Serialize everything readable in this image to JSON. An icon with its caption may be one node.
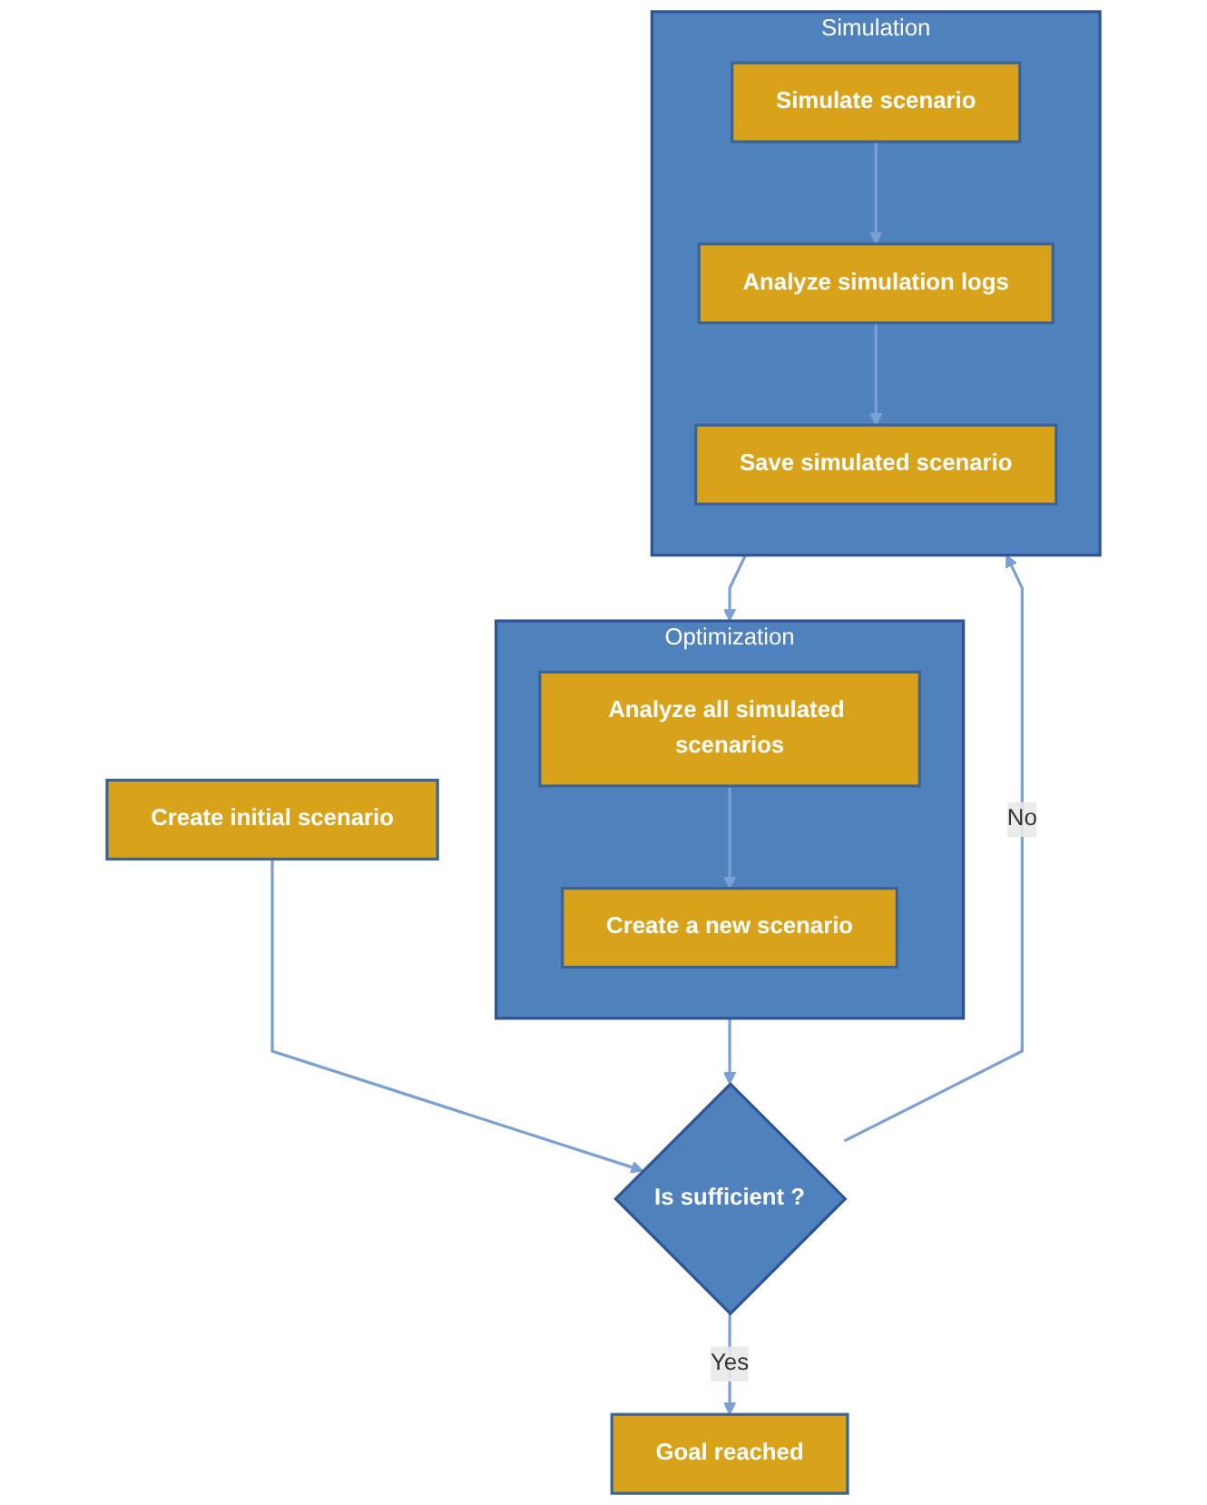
{
  "diagram": {
    "nodes": [
      {
        "text": [
          "Create initial scenario"
        ]
      },
      {
        "text": [
          "Is sufficient ?"
        ]
      },
      {
        "text": [
          "Optimization"
        ]
      },
      {
        "text": [
          "Create a new scenario"
        ],
        "in": 2
      },
      {
        "text": [
          "Analyze all simulated scenarios"
        ],
        "in": 2
      },
      {
        "text": [
          "Goal reached"
        ]
      },
      {
        "text": [
          "Simulation"
        ]
      },
      {
        "text": [
          "Simulate scenario"
        ],
        "in": 6
      },
      {
        "text": [
          "Analyze simulation logs"
        ],
        "in": 6
      },
      {
        "text": [
          "Save simulated scenario"
        ],
        "in": 6
      }
    ],
    "edges": [
      {
        "from": 0,
        "to": 1,
        "arrow": "to"
      },
      {
        "from": 1,
        "to": 5,
        "arrow": "to",
        "label": "Yes"
      },
      {
        "from": 1,
        "to": 6,
        "arrow": "to",
        "label": "No"
      },
      {
        "from": 7,
        "to": 8,
        "arrow": "to"
      },
      {
        "from": 8,
        "to": 9,
        "arrow": "to"
      },
      {
        "from": 6,
        "to": 2,
        "arrow": "to"
      },
      {
        "from": 4,
        "to": 3,
        "arrow": "to"
      },
      {
        "from": 2,
        "to": 1,
        "arrow": "to"
      }
    ]
  }
}
